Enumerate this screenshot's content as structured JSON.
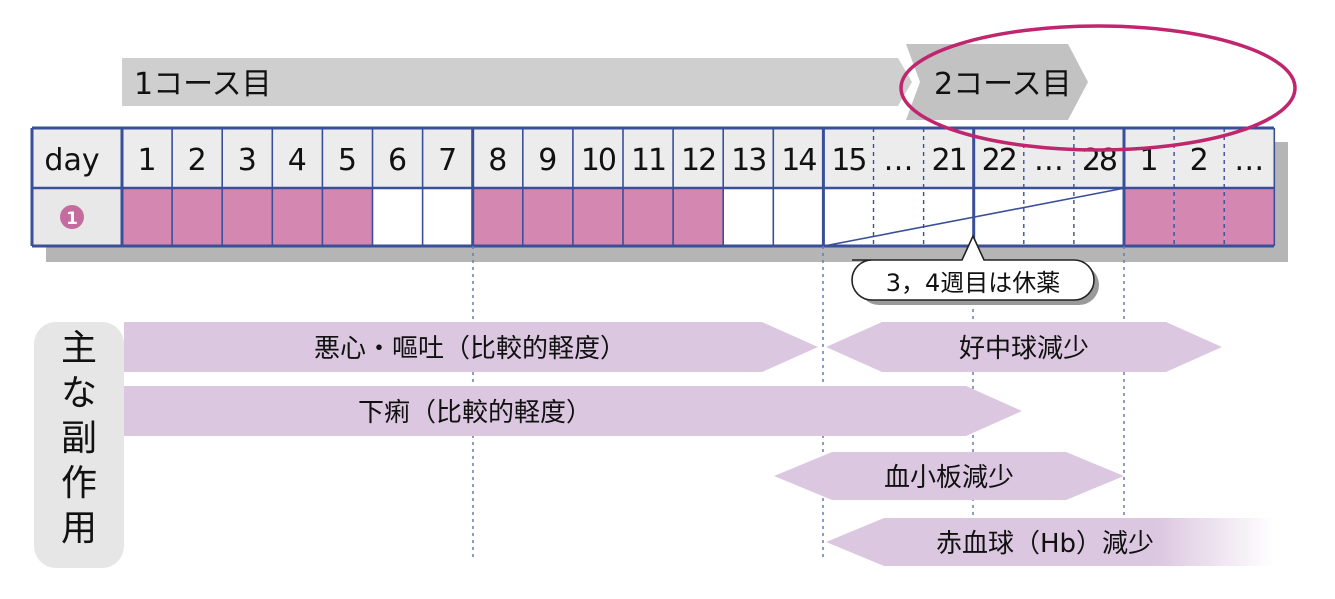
{
  "courses": {
    "course1": "1コース目",
    "course2": "2コース目"
  },
  "schedule": {
    "header_label": "day",
    "days": [
      "1",
      "2",
      "3",
      "4",
      "5",
      "6",
      "7",
      "8",
      "9",
      "10",
      "11",
      "12",
      "13",
      "14",
      "15",
      "…",
      "21",
      "22",
      "…",
      "28",
      "1",
      "2",
      "…"
    ],
    "drug_marker": "❶",
    "dosing": [
      1,
      1,
      1,
      1,
      1,
      0,
      0,
      1,
      1,
      1,
      1,
      1,
      0,
      0,
      0,
      0,
      0,
      0,
      0,
      0,
      1,
      1,
      1
    ],
    "callout": "3，4週目は休薬"
  },
  "side_effects": {
    "panel_label": "主な副作用",
    "items": [
      "悪心・嘔吐（比較的軽度）",
      "好中球減少",
      "下痢（比較的軽度）",
      "血小板減少",
      "赤血球（Hb）減少"
    ]
  },
  "colors": {
    "course_arrow": "#cfcfcf",
    "grid_border": "#3a4f9a",
    "header_bg": "#ececec",
    "dose_fill": "#d488b1",
    "side_effect_fill": "#dcc7e0",
    "highlight_oval": "#c0266d",
    "panel_bg": "#e6e6e6"
  }
}
